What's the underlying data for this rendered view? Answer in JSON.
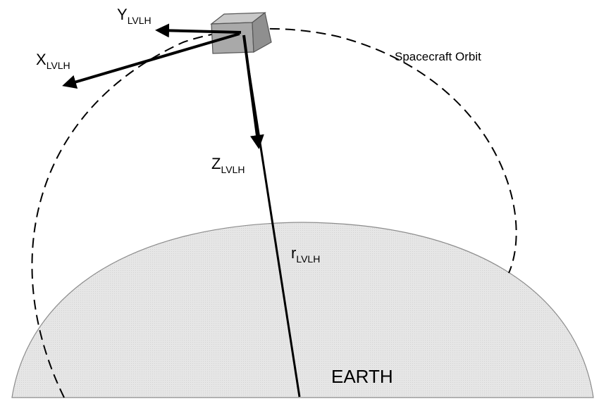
{
  "labels": {
    "y_axis": {
      "main": "Y",
      "sub": "LVLH"
    },
    "x_axis": {
      "main": "X",
      "sub": "LVLH"
    },
    "z_axis": {
      "main": "Z",
      "sub": "LVLH"
    },
    "radius": {
      "main": "r",
      "sub": "LVLH"
    },
    "orbit": "Spacecraft Orbit",
    "earth": "EARTH"
  },
  "colors": {
    "earth_fill": "#e6e6e6",
    "earth_stroke": "#8c8c8c",
    "spacecraft_top": "#c8c8c8",
    "spacecraft_front": "#a9a9a9",
    "spacecraft_side": "#8f8f8f",
    "lines": "#000000"
  }
}
